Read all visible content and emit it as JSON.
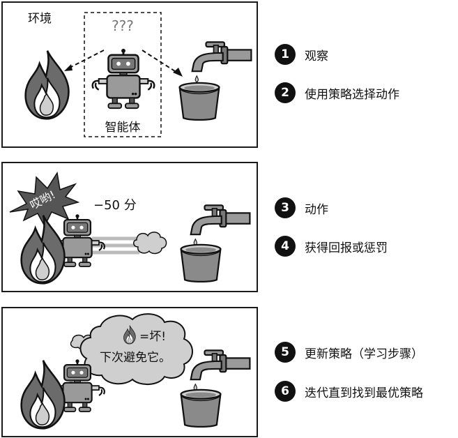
{
  "panels": [
    {
      "environment_label": "环境",
      "question": "???",
      "agent_label": "智能体"
    },
    {
      "shout": "哎哟!",
      "reward": "−50 分"
    },
    {
      "thought_line1": "=坏!",
      "thought_line2": "下次避免它。"
    }
  ],
  "steps": [
    {
      "number": "1",
      "label": "观察"
    },
    {
      "number": "2",
      "label": "使用策略选择动作"
    },
    {
      "number": "3",
      "label": "动作"
    },
    {
      "number": "4",
      "label": "获得回报或惩罚"
    },
    {
      "number": "5",
      "label": "更新策略（学习步骤）"
    },
    {
      "number": "6",
      "label": "迭代直到找到最优策略"
    }
  ]
}
